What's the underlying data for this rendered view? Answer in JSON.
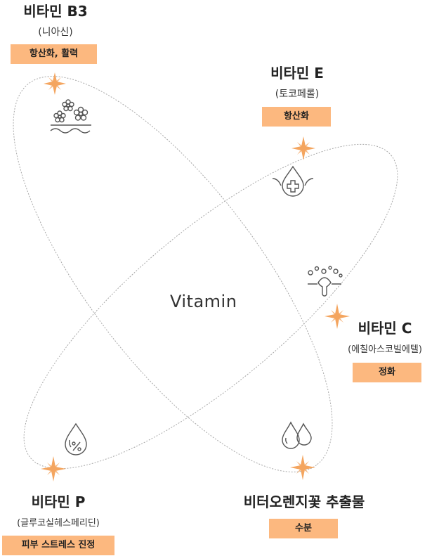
{
  "center": {
    "label": "Vitamin"
  },
  "items": [
    {
      "key": "b3",
      "name": "비타민 B3",
      "sub": "(니아신)",
      "badge": "항산화, 활력",
      "icon": "flower-wave-icon"
    },
    {
      "key": "e",
      "name": "비타민 E",
      "sub": "(토코페롤)",
      "badge": "항산화",
      "icon": "drop-cross-icon"
    },
    {
      "key": "c",
      "name": "비타민 C",
      "sub": "(에칠아스코빌에텔)",
      "badge": "정화",
      "icon": "bubbles-drop-icon"
    },
    {
      "key": "p",
      "name": "비타민 P",
      "sub": "(글루코실헤스페리딘)",
      "badge": "피부 스트레스 진정",
      "icon": "drop-percent-icon"
    },
    {
      "key": "citrus",
      "name": "비터오렌지꽃 추출물",
      "sub": "",
      "badge": "수분",
      "icon": "double-drop-icon"
    }
  ],
  "style": {
    "accent": "#fcb87f",
    "star_color": "#f4a55f",
    "line_color": "#a0a0a0",
    "icon_color": "#555555"
  }
}
